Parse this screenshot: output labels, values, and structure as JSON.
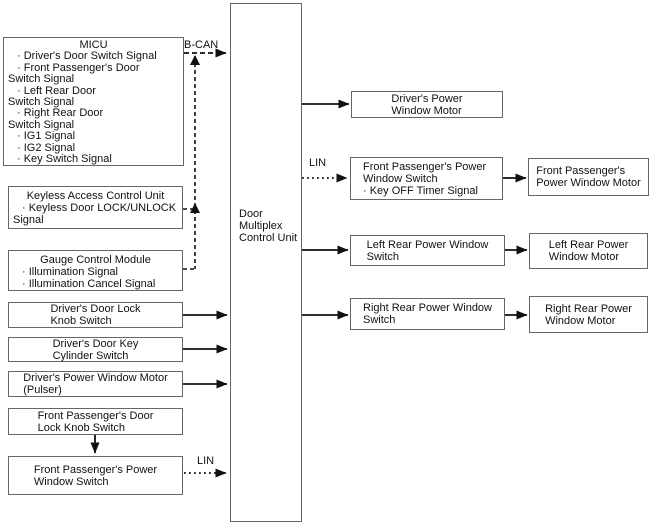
{
  "labels": {
    "b_can": "B-CAN",
    "lin_to_dmcu": "LIN",
    "lin_to_fp_switch": "LIN"
  },
  "boxes": {
    "micu": {
      "title": "MICU",
      "lines": [
        "· Driver's Door Switch Signal",
        "· Front Passenger's Door",
        "Switch Signal",
        "· Left Rear Door",
        "Switch Signal",
        "· Right Rear Door",
        "Switch Signal",
        "· IG1 Signal",
        "· IG2 Signal",
        "· Key Switch Signal"
      ]
    },
    "keyless": {
      "title": "Keyless Access Control Unit",
      "lines": [
        "· Keyless Door LOCK/UNLOCK",
        "Signal"
      ]
    },
    "gauge": {
      "title": "Gauge Control Module",
      "lines": [
        "· Illumination Signal",
        "· Illumination Cancel Signal"
      ]
    },
    "driver_lock_knob": {
      "lines": [
        "Driver's Door Lock",
        "Knob Switch"
      ]
    },
    "driver_key_cylinder": {
      "lines": [
        "Driver's Door Key",
        "Cylinder Switch"
      ]
    },
    "driver_pw_motor_pulser": {
      "lines": [
        "Driver's Power Window Motor",
        "(Pulser)"
      ]
    },
    "fp_door_lock_knob": {
      "lines": [
        "Front Passenger's Door",
        "Lock Knob Switch"
      ]
    },
    "fp_pw_switch_door": {
      "lines": [
        "Front Passenger's Power",
        "Window Switch"
      ]
    },
    "central": {
      "lines": [
        "Door",
        "Multiplex",
        "Control Unit"
      ]
    },
    "driver_pw_motor": {
      "lines": [
        "Driver's Power",
        "Window Motor"
      ]
    },
    "fp_pw_switch": {
      "lines": [
        "Front Passenger's Power",
        "Window Switch",
        "· Key OFF Timer Signal"
      ]
    },
    "fp_pw_motor": {
      "lines": [
        "Front Passenger's",
        "Power Window Motor"
      ]
    },
    "left_rear_pw_switch": {
      "lines": [
        "Left Rear Power Window",
        "Switch"
      ]
    },
    "left_rear_pw_motor": {
      "lines": [
        "Left Rear Power",
        "Window Motor"
      ]
    },
    "right_rear_pw_switch": {
      "lines": [
        "Right Rear Power Window",
        "Switch"
      ]
    },
    "right_rear_pw_motor": {
      "lines": [
        "Right Rear Power",
        "Window Motor"
      ]
    }
  },
  "connections": [
    {
      "from": "MICU",
      "to": "Door Multiplex Control Unit",
      "style": "dashed",
      "label": "B-CAN"
    },
    {
      "from": "Keyless Access Control Unit",
      "to": "B-CAN bus",
      "style": "dashed"
    },
    {
      "from": "Gauge Control Module",
      "to": "B-CAN bus",
      "style": "dashed"
    },
    {
      "from": "Driver's Door Lock Knob Switch",
      "to": "Door Multiplex Control Unit",
      "style": "solid"
    },
    {
      "from": "Driver's Door Key Cylinder Switch",
      "to": "Door Multiplex Control Unit",
      "style": "solid"
    },
    {
      "from": "Driver's Power Window Motor (Pulser)",
      "to": "Door Multiplex Control Unit",
      "style": "solid"
    },
    {
      "from": "Front Passenger's Door Lock Knob Switch",
      "to": "Front Passenger's Power Window Switch",
      "style": "solid"
    },
    {
      "from": "Front Passenger's Power Window Switch",
      "to": "Door Multiplex Control Unit",
      "style": "dotted",
      "label": "LIN"
    },
    {
      "from": "Door Multiplex Control Unit",
      "to": "Driver's Power Window Motor",
      "style": "solid"
    },
    {
      "from": "Door Multiplex Control Unit",
      "to": "Front Passenger's Power Window Switch",
      "style": "dotted",
      "label": "LIN"
    },
    {
      "from": "Door Multiplex Control Unit",
      "to": "Left Rear Power Window Switch",
      "style": "solid"
    },
    {
      "from": "Door Multiplex Control Unit",
      "to": "Right Rear Power Window Switch",
      "style": "solid"
    },
    {
      "from": "Front Passenger's Power Window Switch",
      "to": "Front Passenger's Power Window Motor",
      "style": "solid"
    },
    {
      "from": "Left Rear Power Window Switch",
      "to": "Left Rear Power Window Motor",
      "style": "solid"
    },
    {
      "from": "Right Rear Power Window Switch",
      "to": "Right Rear Power Window Motor",
      "style": "solid"
    }
  ],
  "colors": {
    "line": "#111111",
    "border": "#666666",
    "background": "#ffffff"
  }
}
